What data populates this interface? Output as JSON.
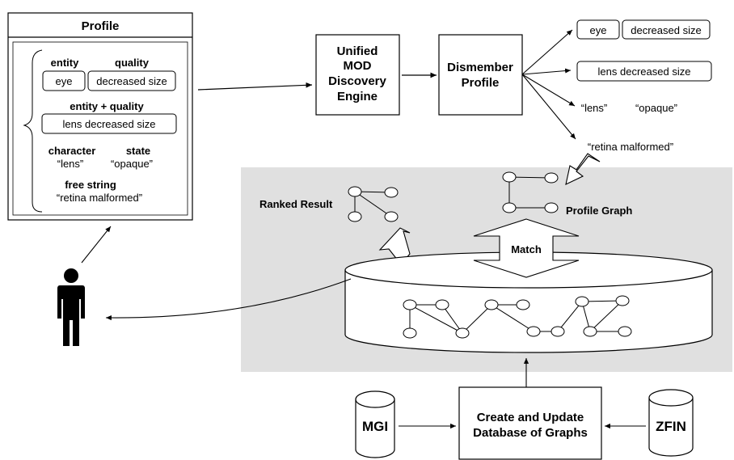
{
  "profile": {
    "title": "Profile",
    "entity_label": "entity",
    "quality_label": "quality",
    "entity_value": "eye",
    "quality_value": "decreased size",
    "eq_label": "entity + quality",
    "eq_value": "lens decreased size",
    "character_label": "character",
    "state_label": "state",
    "character_value": "“lens”",
    "state_value": "“opaque”",
    "free_label": "free string",
    "free_value": "“retina malformed”"
  },
  "engine": {
    "line1": "Unified",
    "line2": "MOD",
    "line3": "Discovery",
    "line4": "Engine"
  },
  "dismember": {
    "line1": "Dismember",
    "line2": "Profile"
  },
  "parts": {
    "eye": "eye",
    "decreased_size": "decreased size",
    "lens_decreased_size": "lens decreased size",
    "lens": "“lens”",
    "opaque": "“opaque”",
    "retina": "“retina malformed”"
  },
  "ranked_result": "Ranked Result",
  "profile_graph": "Profile Graph",
  "match": "Match",
  "create_update": {
    "line1": "Create and Update",
    "line2": "Database of Graphs"
  },
  "sources": {
    "mgi": "MGI",
    "zfin": "ZFIN"
  },
  "colors": {
    "panel": "#e0e0e0",
    "stroke": "#000000",
    "fill": "#ffffff"
  }
}
